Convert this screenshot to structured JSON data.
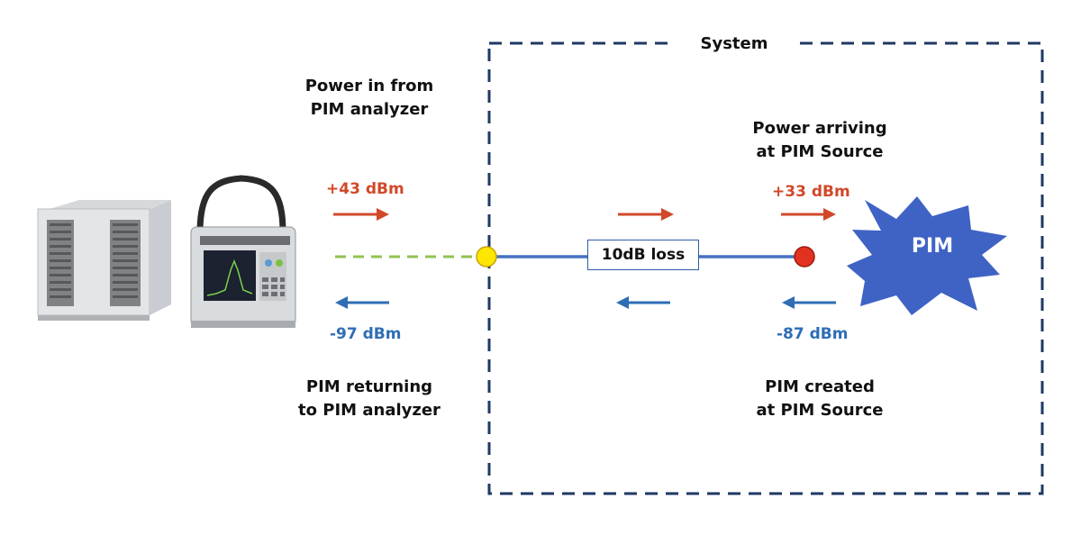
{
  "system_label": "System",
  "analyzer_in": {
    "line1": "Power in from",
    "line2": "PIM analyzer",
    "power": "+43 dBm"
  },
  "analyzer_return": {
    "line1": "PIM returning",
    "line2": "to PIM analyzer",
    "power": "-97 dBm"
  },
  "source_arrive": {
    "line1": "Power arriving",
    "line2": "at PIM Source",
    "power": "+33 dBm"
  },
  "source_created": {
    "line1": "PIM created",
    "line2": "at PIM Source",
    "power": "-87 dBm"
  },
  "loss_label": "10dB loss",
  "pim_label": "PIM",
  "colors": {
    "forward": "#d1482a",
    "reverse": "#2f6db5",
    "line": "#4472c4",
    "dashed_cable": "#92c352",
    "boundary": "#1f3864",
    "connector": "#ffe600",
    "pim_source_dot": "#e2321f",
    "burst": "#3f63c4"
  }
}
